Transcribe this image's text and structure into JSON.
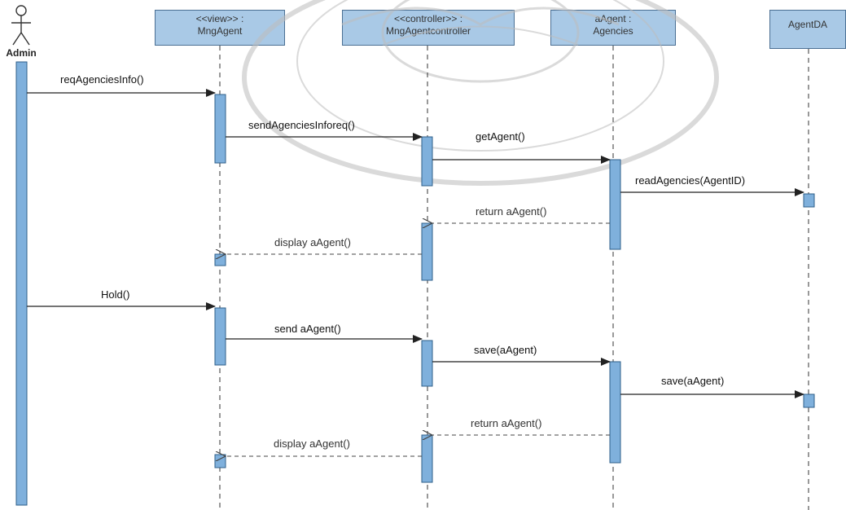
{
  "diagram": {
    "actor": {
      "name": "Admin"
    },
    "lifelines": [
      {
        "id": "view",
        "stereotype": "<<view>> :",
        "name": "MngAgent"
      },
      {
        "id": "controller",
        "stereotype": "<<controller>> :",
        "name": "MngAgentcontroller"
      },
      {
        "id": "agent",
        "stereotype": "aAgent :",
        "name": "Agencies"
      },
      {
        "id": "agentda",
        "stereotype": "",
        "name": "AgentDA"
      }
    ],
    "messages": [
      {
        "label": "reqAgenciesInfo()",
        "kind": "sync"
      },
      {
        "label": "sendAgenciesInforeq()",
        "kind": "sync"
      },
      {
        "label": "getAgent()",
        "kind": "sync"
      },
      {
        "label": "readAgencies(AgentID)",
        "kind": "sync"
      },
      {
        "label": "return aAgent()",
        "kind": "return"
      },
      {
        "label": "display aAgent()",
        "kind": "return"
      },
      {
        "label": "Hold()",
        "kind": "sync"
      },
      {
        "label": "send aAgent()",
        "kind": "sync"
      },
      {
        "label": "save(aAgent)",
        "kind": "sync"
      },
      {
        "label": "save(aAgent)",
        "kind": "sync"
      },
      {
        "label": "return aAgent()",
        "kind": "return"
      },
      {
        "label": "display aAgent()",
        "kind": "return"
      }
    ],
    "colors": {
      "activation": "#7fb0dc",
      "header": "#a9c9e6",
      "line": "#222222",
      "watermark": "#c4c4c4"
    }
  }
}
